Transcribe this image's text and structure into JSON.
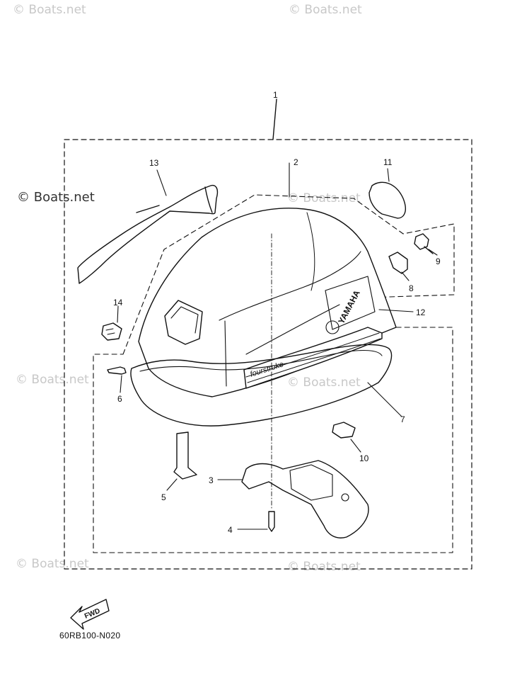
{
  "watermarks": {
    "text": "© Boats.net",
    "prominent": "© Boats.net"
  },
  "callouts": [
    "1",
    "2",
    "3",
    "4",
    "5",
    "6",
    "7",
    "8",
    "9",
    "10",
    "11",
    "12",
    "13",
    "14"
  ],
  "cowling_decal": {
    "brand": "YAMAHA",
    "model": "fourstroke"
  },
  "fwd_label": "FWD",
  "part_code": "60RB100-N020",
  "colors": {
    "line": "#111111",
    "watermark": "#c8c8c8",
    "background": "#ffffff"
  }
}
